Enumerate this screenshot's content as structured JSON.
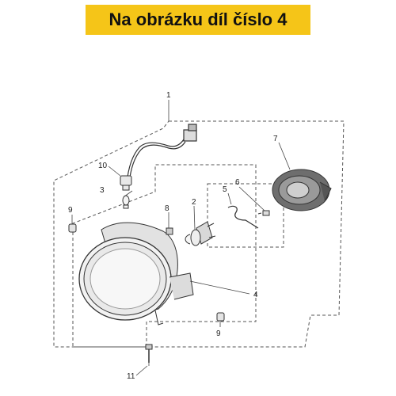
{
  "banner": {
    "text": "Na obrázku díl číslo 4",
    "color": "#f5c518"
  },
  "callouts": [
    "1",
    "2",
    "3",
    "4",
    "5",
    "6",
    "7",
    "8",
    "9",
    "9",
    "10",
    "11"
  ]
}
